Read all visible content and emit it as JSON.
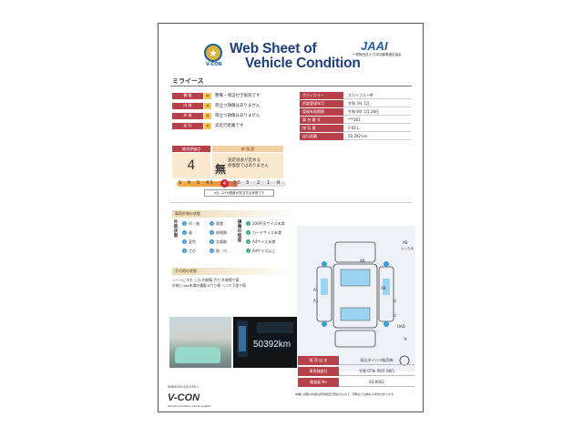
{
  "header": {
    "logo_label": "V-CON",
    "title_line1": "Web Sheet of",
    "title_line2": "Vehicle Condition",
    "org_logo": "JAAI",
    "org_name": "一般財団法人 日本自動車査定協会"
  },
  "model_name": "ミライース",
  "quality": [
    {
      "label": "機 能",
      "text": "整備・保証付き販売です"
    },
    {
      "label": "内 装",
      "text": "目立つ損傷はありません"
    },
    {
      "label": "外 装",
      "text": "目立つ損傷はありません"
    },
    {
      "label": "走 行",
      "text": "実走行距離です"
    }
  ],
  "specs": [
    {
      "key": "ボディカラー",
      "value": "スカイブルーM"
    },
    {
      "key": "初度登録年月",
      "value": "令和 3年 1月"
    },
    {
      "key": "車検有効期限",
      "value": "令和 8年 1月 28日"
    },
    {
      "key": "車 台 番 号",
      "value": "***383"
    },
    {
      "key": "排 気 量",
      "value": "0.66 L"
    },
    {
      "key": "走行距離",
      "value": "50,392 km"
    }
  ],
  "grade": {
    "head": "総合評価点",
    "value": "4",
    "history_head": "修 復 歴",
    "history_mark": "無",
    "history_text1": "査定協会が定める",
    "history_text2": "修復歴ではありません",
    "scale": [
      "S",
      "6",
      "5",
      "4.5",
      "4",
      "3.5",
      "3",
      "2",
      "1",
      "R"
    ],
    "current": "4",
    "note": "4点…25%程度が該当する状態です"
  },
  "legend": {
    "section_title": "車両外装の状態",
    "exterior_label": "外装状態",
    "items": [
      {
        "code": "①",
        "text": "凹・曲"
      },
      {
        "code": "②",
        "text": "傷"
      },
      {
        "code": "③",
        "text": "変色"
      },
      {
        "code": "④",
        "text": "さび"
      },
      {
        "code": "⑤",
        "text": "腐食"
      },
      {
        "code": "⑥",
        "text": "修理跡"
      },
      {
        "code": "⑦",
        "text": "交換跡"
      },
      {
        "code": "⑧",
        "text": "割・穴"
      }
    ],
    "size_label": "損傷の程度",
    "sizes": [
      {
        "code": "1",
        "text": "500円玉サイズ未満"
      },
      {
        "code": "2",
        "text": "カードサイズ未満"
      },
      {
        "code": "3",
        "text": "A4サイズ未満"
      },
      {
        "code": "4",
        "text": "A4サイズ以上"
      }
    ]
  },
  "other": {
    "section_title": "その他の状態",
    "line1": "シートにすれ しわ 内装傷 汚り 外装擦り傷",
    "line2": "外装にUaa未満の損傷 Aりり傷 ヘコミ下部り傷"
  },
  "photos": {
    "odometer": "50392km"
  },
  "diagram_marks": [
    "XB",
    "ふくらみ",
    "XB",
    "XB",
    "A1",
    "A1",
    "U",
    "U",
    "UAD"
  ],
  "dealer": [
    {
      "key": "販 売 店 名",
      "value": "岡山ダイハツ販売㈱"
    },
    {
      "key": "車両検査日",
      "value": "令和 07年 09月 08日"
    },
    {
      "key": "検査員 No",
      "value": "83-9002"
    }
  ],
  "footer": {
    "code": "N083055-001376-1",
    "logo": "V-CON",
    "subtitle": "Vehicle Condition Check System",
    "note": "本書に記載の内容は車両検査日現在のもので、現時点では異なる場合があります。"
  },
  "colors": {
    "label_red": "#b7414b",
    "title_blue": "#1e3f7a",
    "star": "#f0c95a"
  }
}
